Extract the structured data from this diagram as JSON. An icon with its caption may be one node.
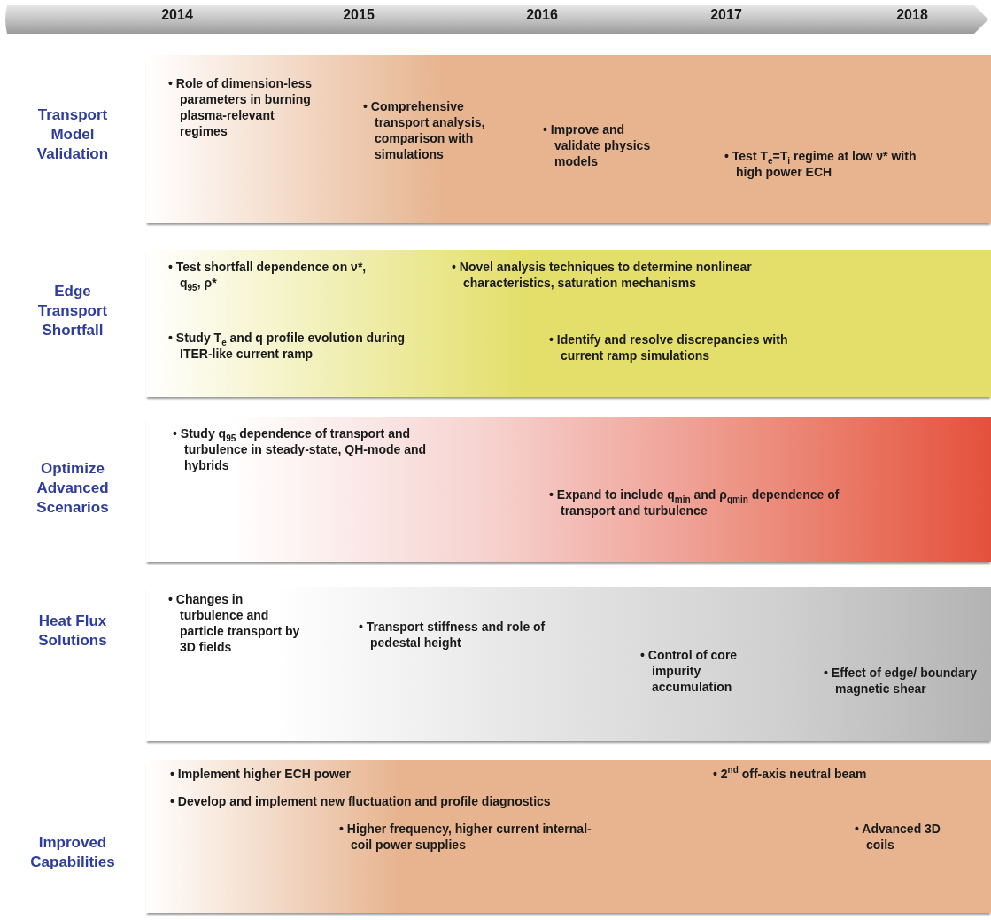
{
  "diagram": {
    "nodes": [
      {
        "text": [
          "2014",
          "2015",
          "2016",
          "2017",
          "2018"
        ]
      },
      {
        "text": [
          "Transport Model Validation",
          "• Role of dimension-less parameters in burning plasma-relevant regimes",
          "• Comprehensive transport analysis, comparison with simulations",
          "• Improve and validate physics models",
          "• Test T$_{e}$=T$_{i}$ regime at low ν* with high power ECH"
        ]
      },
      {
        "text": [
          "Edge Transport Shortfall",
          "• Test shortfall dependence on ν*, q$_{95}$, ρ*",
          "• Novel analysis techniques to determine nonlinear characteristics, saturation mechanisms",
          "• Study T$_{e}$ and q profile evolution during ITER-like current ramp",
          "• Identify and resolve discrepancies with current ramp simulations"
        ]
      },
      {
        "text": [
          "Optimize Advanced Scenarios",
          "• Study q$_{95}$ dependence of transport and turbulence in steady-state, QH-mode and hybrids",
          "• Expand to include q$_{min}$ and ρ$_{qmin}$ dependence of transport and turbulence"
        ]
      },
      {
        "text": [
          "Heat Flux Solutions",
          "• Changes in turbulence and particle transport by 3D fields",
          "• Transport stiffness and role of pedestal height",
          "• Control of core impurity accumulation",
          "• Effect of edge/ boundary magnetic shear"
        ]
      },
      {
        "text": [
          "Improved Capabilities",
          "• Implement higher ECH power",
          "• 2$^{nd}$ off-axis neutral beam",
          "• Develop and implement new fluctuation and profile diagnostics",
          "• Higher frequency, higher current internal-coil power supplies",
          "• Advanced 3D coils"
        ]
      }
    ]
  }
}
